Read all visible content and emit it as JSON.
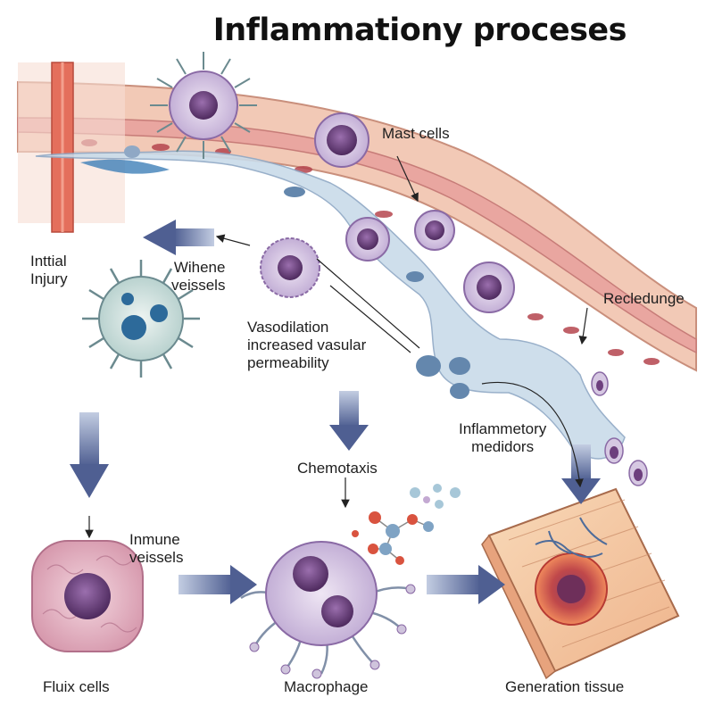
{
  "title": "Inflammationy proceses",
  "labels": {
    "mast_cells": "Mast cells",
    "initial_injury": "Inttial\nInjury",
    "wihene_veissels": "Wihene\nveissels",
    "recledunge": "Recledunge",
    "vasodilation": "Vasodilation\nincreased vasular\npermeability",
    "inflammetory_medidors": "Inflammetory\nmedidors",
    "chemotaxis": "Chemotaxis",
    "inmune_veissels": "Inmune\nveissels",
    "fluix_cells": "Fluix cells",
    "macrophage": "Macrophage",
    "generation_tissue": "Generation tissue"
  },
  "colors": {
    "vessel_wall": "#f2c6b4",
    "vessel_lumen": "#e9a6a0",
    "fluid": "#c9dbe9",
    "cell_purple": "#d6c8e2",
    "nucleus": "#6d3f7d",
    "arrow": "#5d6e9c",
    "tissue": "#f5c7a1",
    "injury_red": "#e05a48"
  }
}
